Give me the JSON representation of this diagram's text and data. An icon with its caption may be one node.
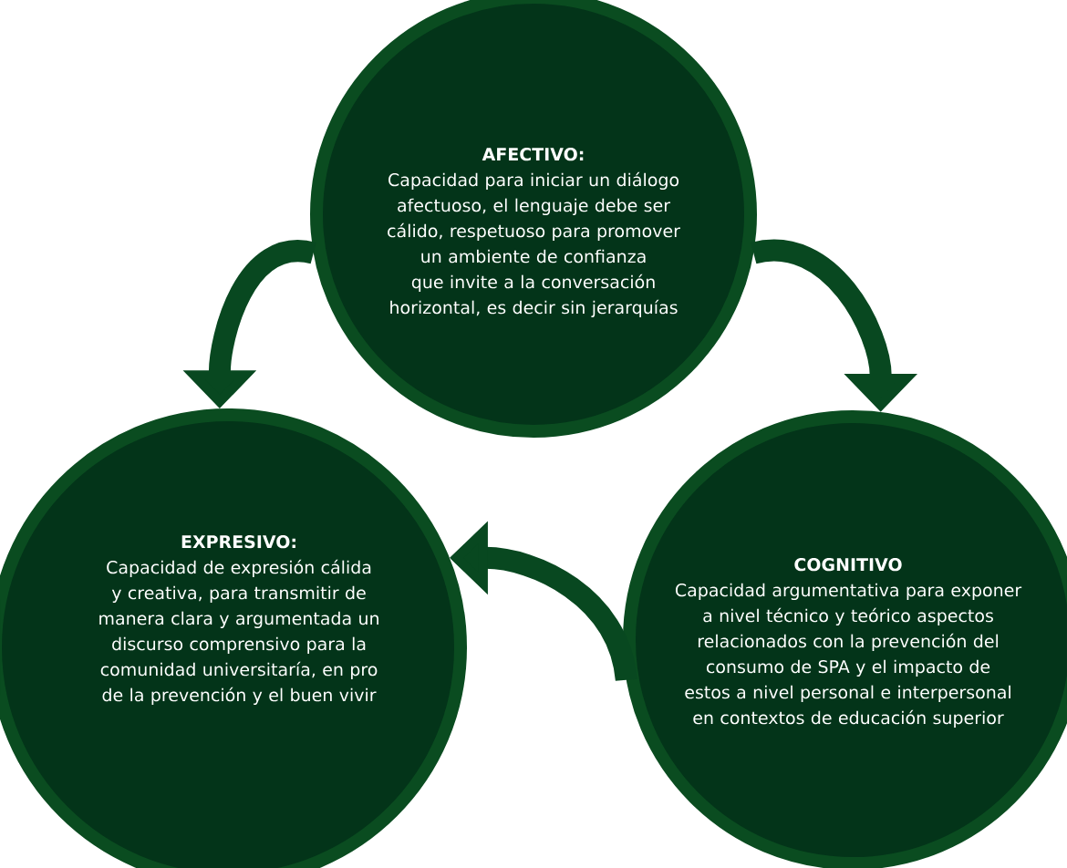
{
  "diagram": {
    "nodes": [
      {
        "text": [
          "AFECTIVO:",
          "Capacidad para iniciar un diálogo afectuoso, el lenguaje debe ser cálido, respetuoso para promover un ambiente de confianza que invite a la conversación horizontal, es decir sin jerarquías"
        ]
      },
      {
        "text": [
          "EXPRESIVO:",
          "Capacidad de expresión cálida y creativa, para transmitir de manera clara y argumentada un discurso comprensivo para la comunidad universitaría, en pro de la prevención y el buen vivir"
        ]
      },
      {
        "text": [
          "COGNITIVO",
          "Capacidad argumentativa para exponer a nivel técnico y teórico aspectos relacionados con la prevención del consumo de SPA y el impacto de estos a nivel personal e interpersonal en contextos de educación superior"
        ]
      }
    ],
    "edges": [
      {
        "from": 0,
        "to": 1,
        "arrow": "to"
      },
      {
        "from": 0,
        "to": 2,
        "arrow": "to"
      },
      {
        "from": 2,
        "to": 1,
        "arrow": "to"
      }
    ]
  }
}
